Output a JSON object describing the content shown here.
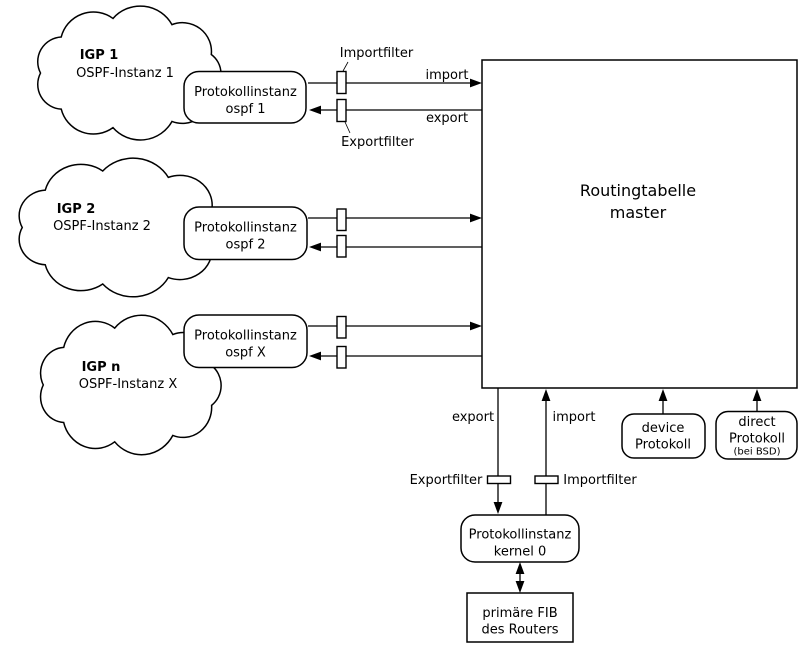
{
  "diagram": {
    "clouds": [
      {
        "title": "IGP 1",
        "subtitle": "OSPF-Instanz 1"
      },
      {
        "title": "IGP 2",
        "subtitle": "OSPF-Instanz 2"
      },
      {
        "title": "IGP n",
        "subtitle": "OSPF-Instanz X"
      }
    ],
    "protocols": [
      {
        "line1": "Protokollinstanz",
        "line2": "ospf 1"
      },
      {
        "line1": "Protokollinstanz",
        "line2": "ospf 2"
      },
      {
        "line1": "Protokollinstanz",
        "line2": "ospf X"
      }
    ],
    "master": {
      "line1": "Routingtabelle",
      "line2": "master"
    },
    "row1_labels": {
      "import": "import",
      "export": "export"
    },
    "filters_top": {
      "import_label": "Importfilter",
      "export_label": "Exportfilter"
    },
    "bottom": {
      "export_label": "export",
      "import_label": "import",
      "exportfilter_label": "Exportfilter",
      "importfilter_label": "Importfilter",
      "kernel": {
        "line1": "Protokollinstanz",
        "line2": "kernel 0"
      },
      "device": {
        "line1": "device",
        "line2": "Protokoll"
      },
      "direct": {
        "line1": "direct",
        "line2": "Protokoll",
        "line3": "(bei BSD)"
      },
      "fib": {
        "line1": "primäre FIB",
        "line2": "des Routers"
      }
    },
    "colors": {
      "line": "#000000",
      "background": "#ffffff"
    }
  }
}
